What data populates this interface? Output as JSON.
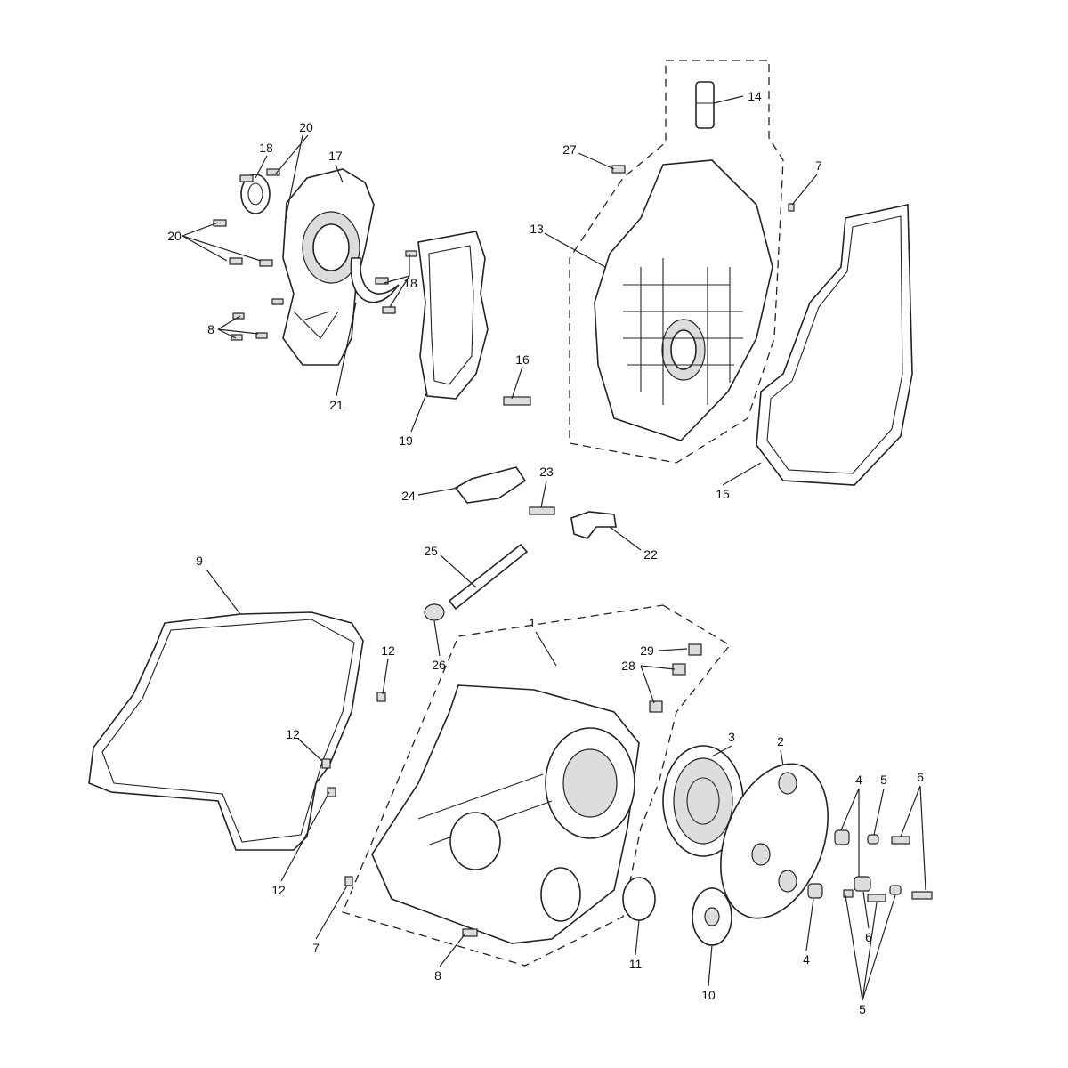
{
  "diagram": {
    "title": "Exploded parts diagram - engine covers",
    "callouts": {
      "c20a": "20",
      "c18a": "18",
      "c17": "17",
      "c20b": "20",
      "c18b": "18",
      "c8a": "8",
      "c21": "21",
      "c19": "19",
      "c14": "14",
      "c27": "27",
      "c7a": "7",
      "c13": "13",
      "c16": "16",
      "c15": "15",
      "c24": "24",
      "c23": "23",
      "c22": "22",
      "c25": "25",
      "c9": "9",
      "c26": "26",
      "c1": "1",
      "c29": "29",
      "c28": "28",
      "c12a": "12",
      "c12b": "12",
      "c3": "3",
      "c2": "2",
      "c4a": "4",
      "c5a": "5",
      "c6a": "6",
      "c12c": "12",
      "c7b": "7",
      "c8b": "8",
      "c11": "11",
      "c10": "10",
      "c4b": "4",
      "c6b": "6",
      "c5b": "5"
    }
  }
}
